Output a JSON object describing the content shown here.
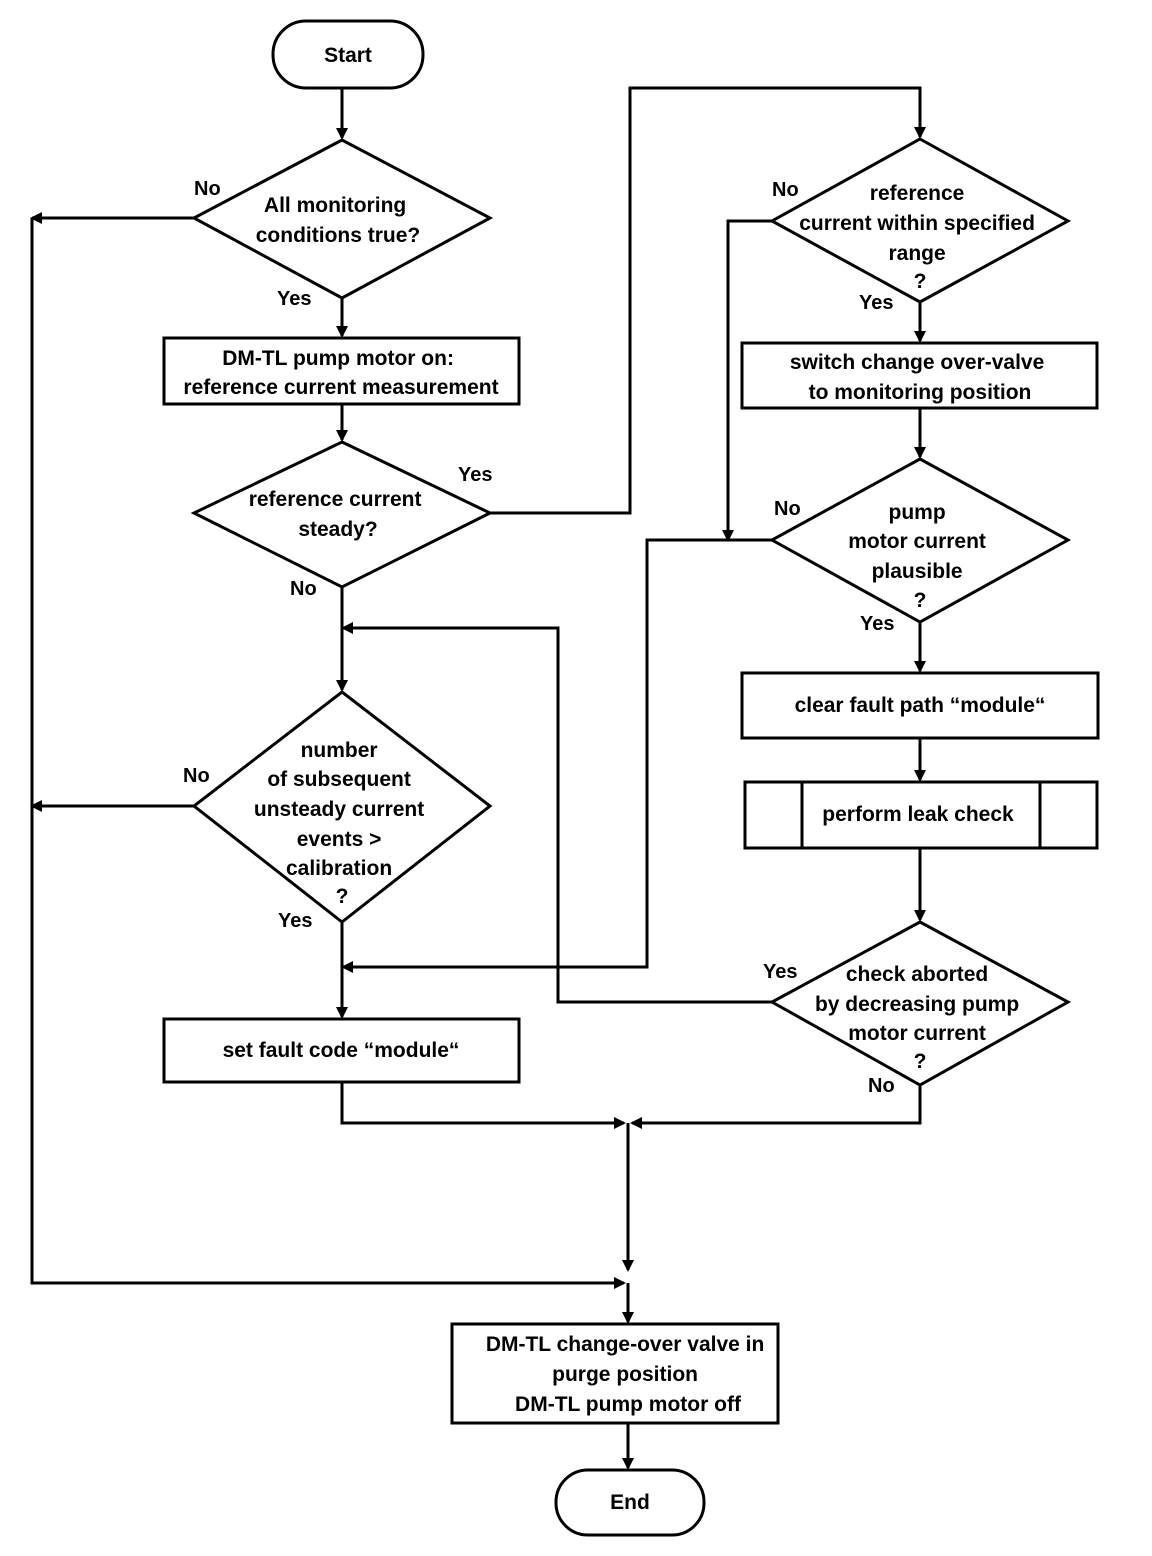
{
  "colors": {
    "stroke": "#000000",
    "background": "#ffffff",
    "text": "#000000"
  },
  "nodes": {
    "start": {
      "lines": [
        "Start"
      ]
    },
    "cond_monitoring": {
      "lines": [
        "All monitoring",
        "conditions true?"
      ]
    },
    "pump_on": {
      "lines": [
        "DM-TL pump motor on:",
        "reference current measurement"
      ]
    },
    "ref_steady": {
      "lines": [
        "reference current",
        "steady?"
      ]
    },
    "unsteady_count": {
      "lines": [
        "number",
        "of subsequent",
        "unsteady current",
        "events >",
        "calibration",
        "?"
      ]
    },
    "set_fault": {
      "lines": [
        "set fault code “module“"
      ]
    },
    "ref_range": {
      "lines": [
        "reference",
        "current within specified",
        "range",
        "?"
      ]
    },
    "switch_valve": {
      "lines": [
        "switch change over-valve",
        "to monitoring position"
      ]
    },
    "pump_plausible": {
      "lines": [
        "pump",
        "motor current",
        "plausible",
        "?"
      ]
    },
    "clear_fault": {
      "lines": [
        "clear fault path “module“"
      ]
    },
    "leak_check": {
      "lines": [
        "perform leak check"
      ]
    },
    "check_aborted": {
      "lines": [
        "check aborted",
        "by decreasing pump",
        "motor current",
        "?"
      ]
    },
    "final_action": {
      "lines": [
        "DM-TL change-over valve in",
        "purge position",
        "DM-TL pump motor off"
      ]
    },
    "end": {
      "lines": [
        "End"
      ]
    }
  },
  "edge_labels": {
    "monitoring_no": "No",
    "monitoring_yes": "Yes",
    "steady_yes": "Yes",
    "steady_no": "No",
    "unsteady_no": "No",
    "unsteady_yes": "Yes",
    "range_no": "No",
    "range_yes": "Yes",
    "plausible_no": "No",
    "plausible_yes": "Yes",
    "aborted_yes": "Yes",
    "aborted_no": "No"
  }
}
